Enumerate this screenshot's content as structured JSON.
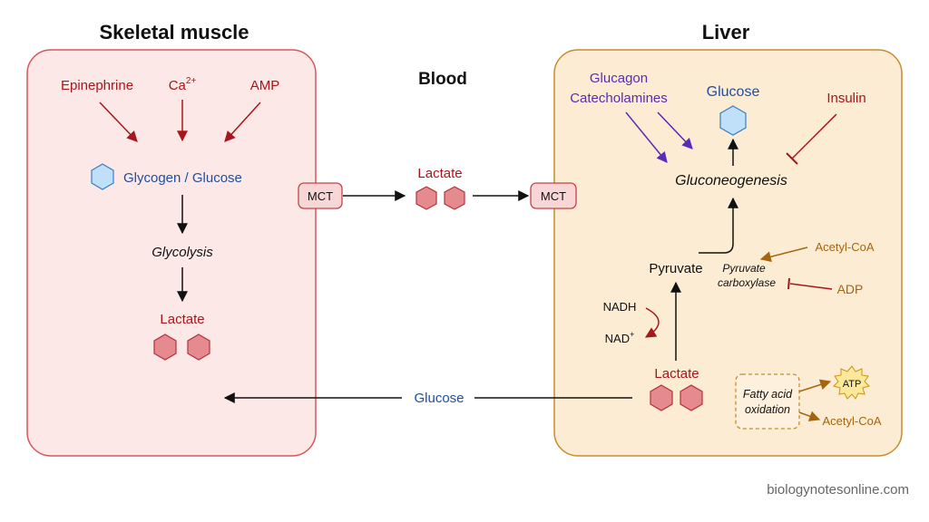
{
  "regions": {
    "muscle": "Skeletal muscle",
    "blood": "Blood",
    "liver": "Liver"
  },
  "muscle": {
    "epinephrine": "Epinephrine",
    "ca_base": "Ca",
    "ca_sup": "2+",
    "amp": "AMP",
    "glycogen": "Glycogen / Glucose",
    "glycolysis": "Glycolysis",
    "lactate": "Lactate"
  },
  "blood": {
    "mct_left": "MCT",
    "mct_right": "MCT",
    "lactate": "Lactate",
    "glucose": "Glucose"
  },
  "liver": {
    "glucagon": "Glucagon",
    "catecholamines": "Catecholamines",
    "glucose": "Glucose",
    "insulin": "Insulin",
    "gluconeogenesis": "Gluconeogenesis",
    "pyruvate": "Pyruvate",
    "pc_line1": "Pyruvate",
    "pc_line2": "carboxylase",
    "acetyl_coa_top": "Acetyl-CoA",
    "adp": "ADP",
    "nadh": "NADH",
    "nad_base": "NAD",
    "nad_sup": "+",
    "lactate": "Lactate",
    "fa_line1": "Fatty acid",
    "fa_line2": "oxidation",
    "atp": "ATP",
    "acetyl_coa_bottom": "Acetyl-CoA"
  },
  "watermark": "biologynotesonline.com",
  "colors": {
    "muscle_fill": "#fde8e8",
    "muscle_stroke": "#d9555a",
    "liver_fill": "#fdecd4",
    "liver_stroke": "#c98c2c",
    "hexagon_red": "#e58a8f",
    "hexagon_blue": "#bfe0f8"
  }
}
